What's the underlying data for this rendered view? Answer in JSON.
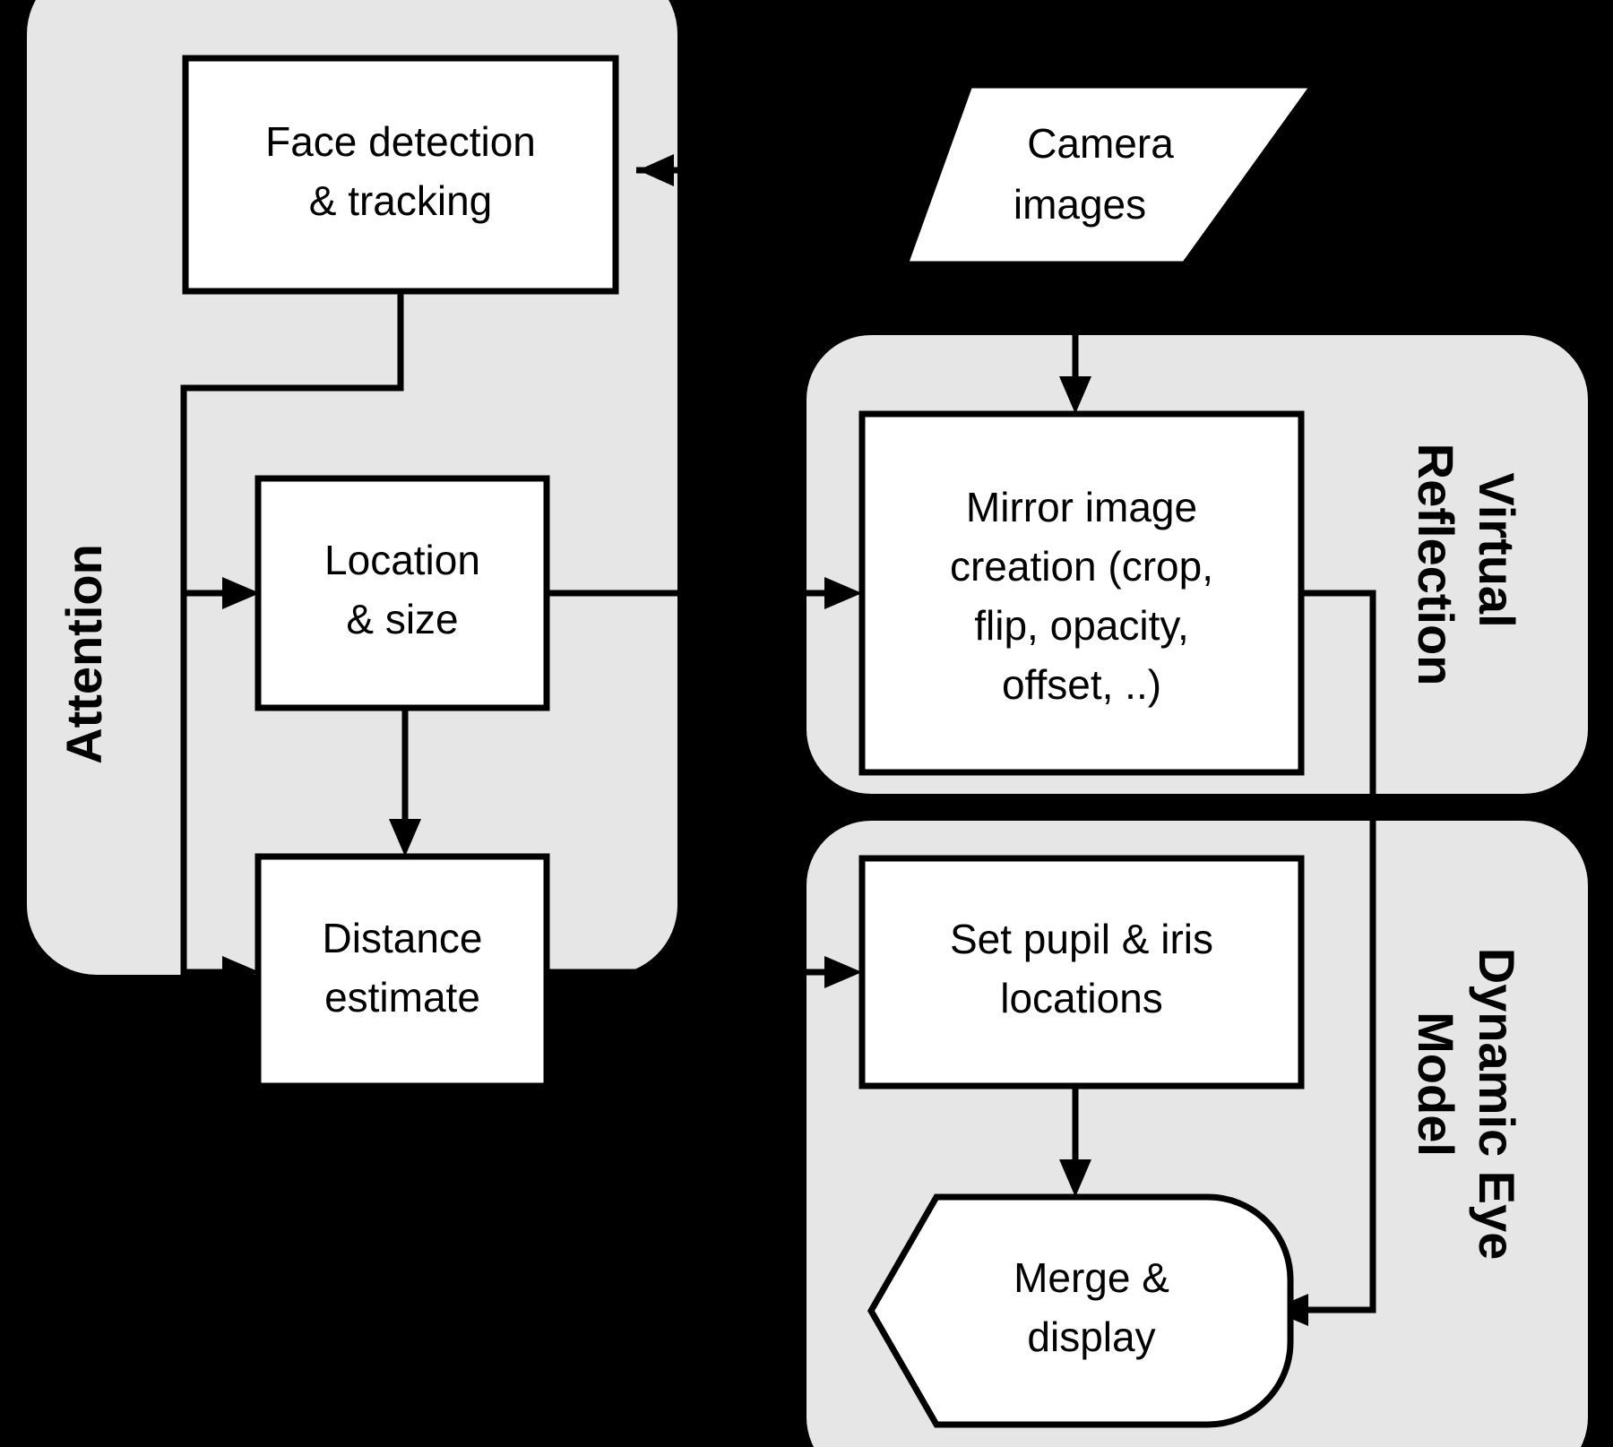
{
  "diagram": {
    "title": "Attention / Virtual Reflection / Dynamic Eye Model pipeline",
    "background_color": "#000000",
    "panel_color": "#e6e6e6",
    "node_fill": "#ffffff",
    "stroke_color": "#000000"
  },
  "panels": [
    {
      "id": "attention",
      "label": "Attention",
      "label_lines": [
        "Attention"
      ],
      "orientation": "vertical-ccw"
    },
    {
      "id": "virtual_reflection",
      "label": "Virtual Reflection",
      "label_lines": [
        "Virtual",
        "Reflection"
      ],
      "orientation": "vertical-cw"
    },
    {
      "id": "dynamic_eye_model",
      "label": "Dynamic Eye Model",
      "label_lines": [
        "Dynamic Eye",
        "Model"
      ],
      "orientation": "vertical-cw"
    }
  ],
  "nodes": [
    {
      "id": "face_detection",
      "shape": "rect",
      "lines": [
        "Face detection",
        "& tracking"
      ],
      "panel": "attention"
    },
    {
      "id": "location_size",
      "shape": "rect",
      "lines": [
        "Location",
        "& size"
      ],
      "panel": "attention"
    },
    {
      "id": "distance_estimate",
      "shape": "rect",
      "lines": [
        "Distance",
        "estimate"
      ],
      "panel": "attention"
    },
    {
      "id": "camera_images",
      "shape": "parallelogram",
      "lines": [
        "Camera",
        "images"
      ],
      "panel": "none"
    },
    {
      "id": "mirror_image",
      "shape": "rect",
      "lines": [
        "Mirror image",
        "creation (crop,",
        "flip, opacity,",
        "offset, ..)"
      ],
      "panel": "virtual_reflection"
    },
    {
      "id": "set_pupil_iris",
      "shape": "rect",
      "lines": [
        "Set pupil & iris",
        "locations"
      ],
      "panel": "dynamic_eye_model"
    },
    {
      "id": "merge_display",
      "shape": "pentagon-rounded",
      "lines": [
        "Merge &",
        "display"
      ],
      "panel": "dynamic_eye_model"
    }
  ],
  "edges": [
    {
      "from": "camera_images",
      "to": "face_detection",
      "style": "orthogonal",
      "arrow": "end"
    },
    {
      "from": "camera_images",
      "to": "mirror_image",
      "style": "straight-down",
      "arrow": "end"
    },
    {
      "from": "face_detection",
      "to": "location_size",
      "style": "orthogonal",
      "arrow": "end"
    },
    {
      "from": "face_detection",
      "to": "distance_estimate",
      "style": "orthogonal",
      "arrow": "end"
    },
    {
      "from": "location_size",
      "to": "distance_estimate",
      "style": "straight-down",
      "arrow": "end"
    },
    {
      "from": "location_size",
      "to": "mirror_image",
      "style": "orthogonal",
      "arrow": "end"
    },
    {
      "from": "distance_estimate",
      "to": "set_pupil_iris",
      "style": "orthogonal",
      "arrow": "end"
    },
    {
      "from": "mirror_image",
      "to": "merge_display",
      "style": "orthogonal",
      "arrow": "end"
    },
    {
      "from": "set_pupil_iris",
      "to": "merge_display",
      "style": "straight-down",
      "arrow": "end"
    }
  ]
}
